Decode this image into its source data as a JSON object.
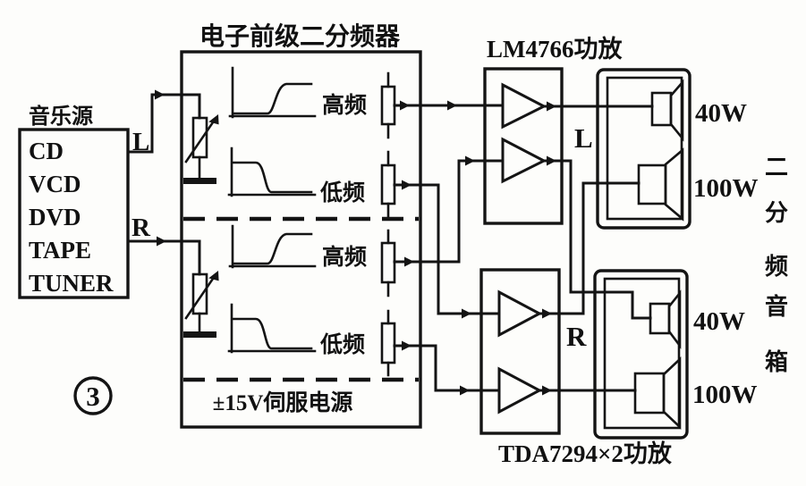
{
  "figure": {
    "number": "3"
  },
  "source": {
    "title": "音乐源",
    "items": [
      "CD",
      "VCD",
      "DVD",
      "TAPE",
      "TUNER"
    ],
    "left_label": "L",
    "right_label": "R"
  },
  "crossover": {
    "title": "电子前级二分频器",
    "sections": [
      {
        "high": "高频",
        "low": "低频"
      },
      {
        "high": "高频",
        "low": "低频"
      }
    ],
    "power": "±15V伺服电源"
  },
  "amplifiers": {
    "lm": {
      "title": "LM4766功放",
      "channel": "L"
    },
    "tda": {
      "title": "TDA7294×2功放",
      "channel": "R"
    }
  },
  "speakers": {
    "side_label": {
      "chars": [
        "二",
        "分",
        "频",
        "音",
        "箱"
      ]
    },
    "left_cabinet": {
      "tweeter": "40W",
      "woofer": "100W"
    },
    "right_cabinet": {
      "tweeter": "40W",
      "woofer": "100W"
    }
  }
}
